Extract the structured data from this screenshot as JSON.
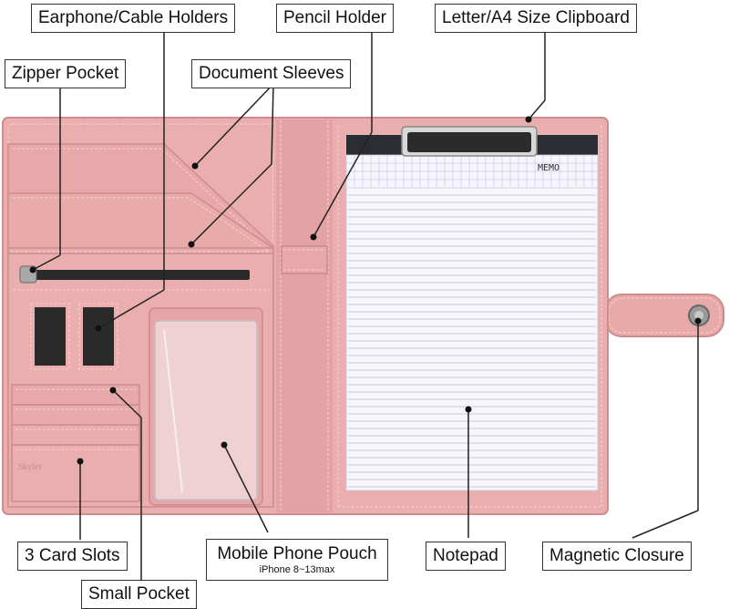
{
  "callouts": {
    "earphone_holders": "Earphone/Cable Holders",
    "pencil_holder": "Pencil Holder",
    "clipboard": "Letter/A4 Size Clipboard",
    "zipper_pocket": "Zipper Pocket",
    "document_sleeves": "Document Sleeves",
    "card_slots": "3 Card Slots",
    "phone_pouch": "Mobile Phone Pouch",
    "phone_pouch_sub": "iPhone 8~13max",
    "notepad": "Notepad",
    "magnetic_closure": "Magnetic Closure",
    "small_pocket": "Small Pocket"
  },
  "notepad": {
    "header": "MEMO"
  },
  "brand": {
    "logo_text": "Skyler"
  },
  "colors": {
    "leather": "#eaaeae",
    "leather_dark": "#d58f90",
    "stitch": "#f6d3d3",
    "paper": "#f5f5fb",
    "rule": "#b9bbe0"
  }
}
